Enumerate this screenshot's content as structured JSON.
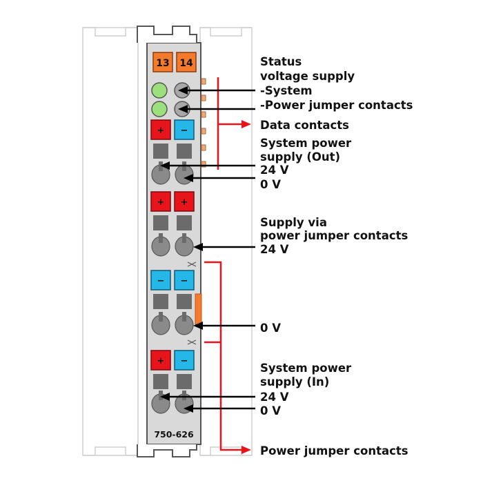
{
  "module": {
    "model": "750-626",
    "led_numbers": [
      "13",
      "14"
    ]
  },
  "labels": {
    "status": [
      "Status",
      "voltage supply",
      "-System",
      "-Power jumper contacts"
    ],
    "data_contacts": "Data contacts",
    "system_out": [
      "System power",
      "supply (Out)",
      "24 V",
      "0 V"
    ],
    "supply_via": [
      "Supply via",
      "power jumper contacts",
      "24 V"
    ],
    "zero_v": "0 V",
    "system_in": [
      "System power",
      "supply (In)",
      "24 V",
      "0 V"
    ],
    "power_jumper": "Power jumper contacts"
  },
  "terminal_signs": {
    "row1": [
      "+",
      "−"
    ],
    "row2": [
      "+",
      "+"
    ],
    "row3": [
      "−",
      "−"
    ],
    "row4": [
      "+",
      "−"
    ]
  },
  "colors": {
    "red": "#e8141c",
    "blue": "#25b7e8",
    "orange": "#f47a2c",
    "led_green": "#9be07c",
    "body_grey": "#d9d9d9",
    "dark_grey": "#6b6b6b",
    "arrow_black": "#000000",
    "arrow_red": "#e8141c"
  }
}
